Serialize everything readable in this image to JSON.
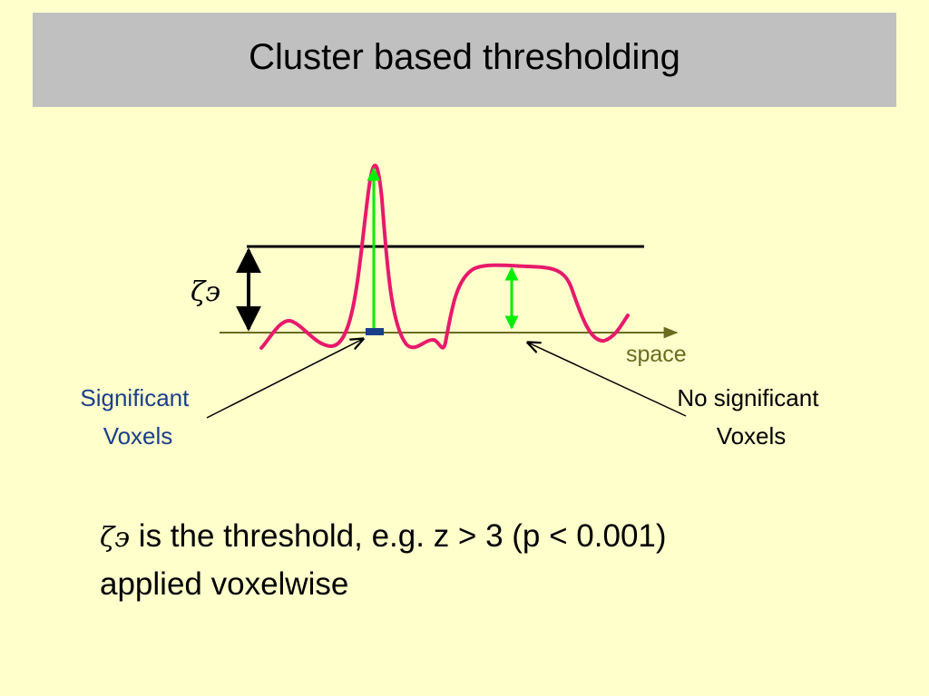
{
  "slide": {
    "title": "Cluster based thresholding"
  },
  "diagram": {
    "threshold_symbol": "ζ϶",
    "axis_label": "space",
    "significant_label_line1": "Significant",
    "significant_label_line2": "Voxels",
    "no_significant_label_line1": "No significant",
    "no_significant_label_line2": "Voxels",
    "colors": {
      "signal_curve": "#e8196b",
      "significance_arrow": "#00ee00",
      "axis": "#6b6b1f",
      "threshold_line": "#000000",
      "voxel_marker": "#1a3f8a",
      "background": "#ffffcc",
      "title_bar": "#c0c0c0"
    }
  },
  "caption": {
    "symbol": "ζ϶",
    "line1_rest": " is the threshold, e.g. z > 3 (p < 0.001)",
    "line2": "applied voxelwise"
  }
}
